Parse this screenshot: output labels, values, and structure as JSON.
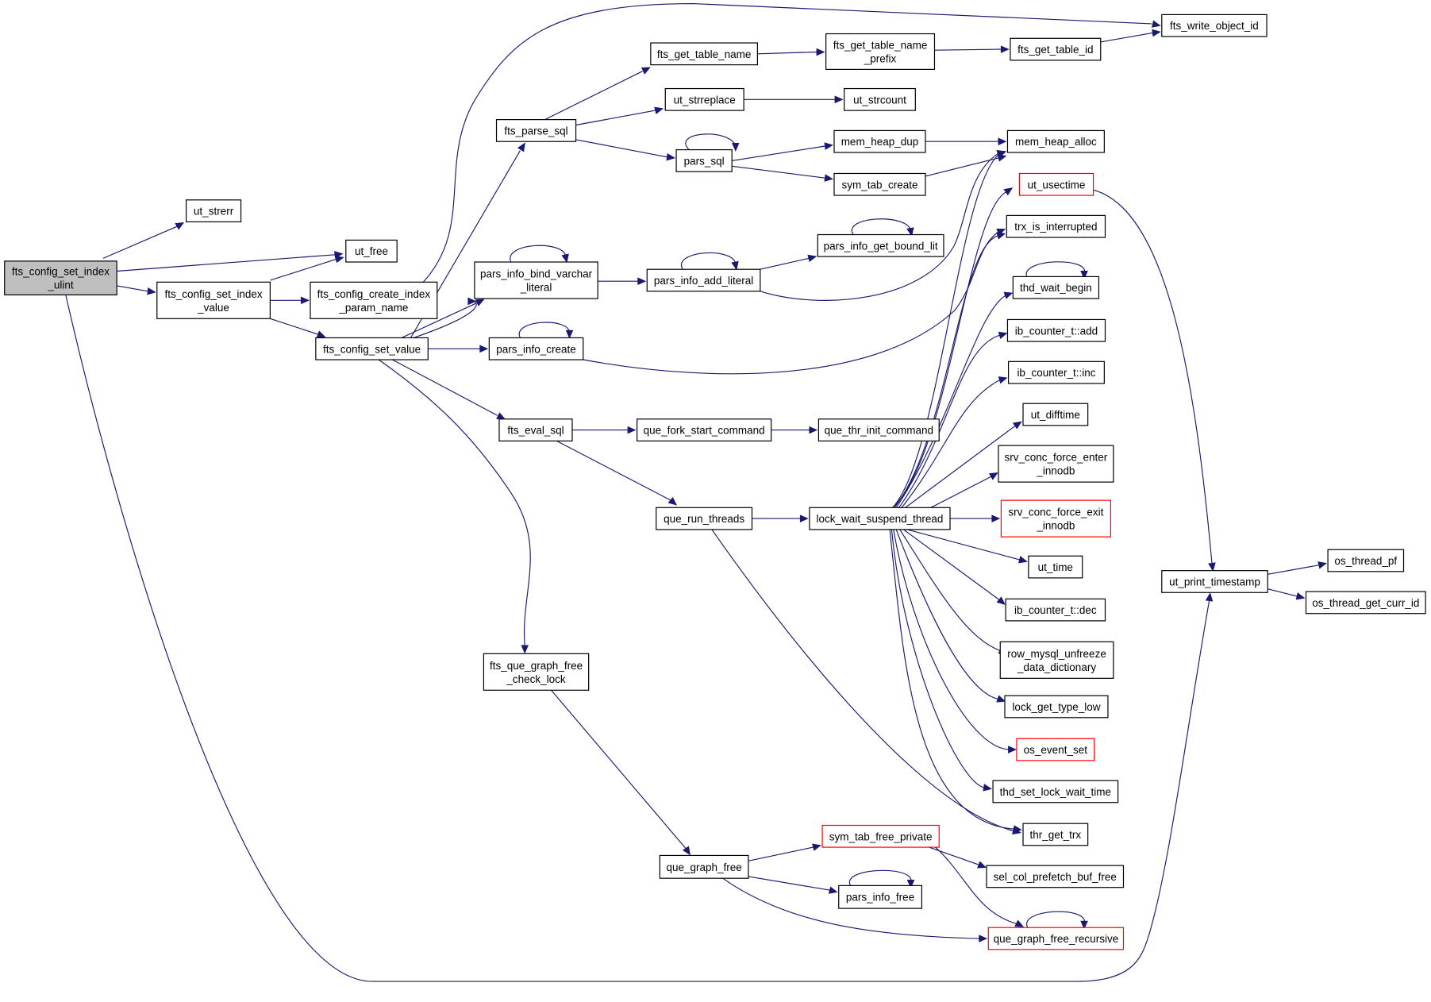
{
  "nodes": [
    {
      "id": "root",
      "lines": [
        "fts_config_set_index",
        "_ulint"
      ],
      "style": "root"
    },
    {
      "id": "ut_strerr",
      "lines": [
        "ut_strerr"
      ]
    },
    {
      "id": "ut_free",
      "lines": [
        "ut_free"
      ]
    },
    {
      "id": "fcsiv",
      "lines": [
        "fts_config_set_index",
        "_value"
      ]
    },
    {
      "id": "fccipn",
      "lines": [
        "fts_config_create_index",
        "_param_name"
      ]
    },
    {
      "id": "fcsv",
      "lines": [
        "fts_config_set_value"
      ]
    },
    {
      "id": "fts_parse_sql",
      "lines": [
        "fts_parse_sql"
      ]
    },
    {
      "id": "fgtn",
      "lines": [
        "fts_get_table_name"
      ]
    },
    {
      "id": "fgtnp",
      "lines": [
        "fts_get_table_name",
        "_prefix"
      ]
    },
    {
      "id": "fgti",
      "lines": [
        "fts_get_table_id"
      ]
    },
    {
      "id": "fwoi",
      "lines": [
        "fts_write_object_id"
      ]
    },
    {
      "id": "ut_strreplace",
      "lines": [
        "ut_strreplace"
      ]
    },
    {
      "id": "ut_strcount",
      "lines": [
        "ut_strcount"
      ]
    },
    {
      "id": "pars_sql",
      "lines": [
        "pars_sql"
      ]
    },
    {
      "id": "mem_heap_dup",
      "lines": [
        "mem_heap_dup"
      ]
    },
    {
      "id": "mem_heap_alloc",
      "lines": [
        "mem_heap_alloc"
      ]
    },
    {
      "id": "sym_tab_create",
      "lines": [
        "sym_tab_create"
      ]
    },
    {
      "id": "ut_usectime",
      "lines": [
        "ut_usectime"
      ],
      "style": "trunc"
    },
    {
      "id": "pibvl",
      "lines": [
        "pars_info_bind_varchar",
        "_literal"
      ]
    },
    {
      "id": "pial",
      "lines": [
        "pars_info_add_literal"
      ]
    },
    {
      "id": "pigbl",
      "lines": [
        "pars_info_get_bound_lit"
      ]
    },
    {
      "id": "trx_is_interrupted",
      "lines": [
        "trx_is_interrupted"
      ]
    },
    {
      "id": "thd_wait_begin",
      "lines": [
        "thd_wait_begin"
      ]
    },
    {
      "id": "pars_info_create",
      "lines": [
        "pars_info_create"
      ]
    },
    {
      "id": "ib_add",
      "lines": [
        "ib_counter_t::add"
      ]
    },
    {
      "id": "ib_inc",
      "lines": [
        "ib_counter_t::inc"
      ]
    },
    {
      "id": "fts_eval_sql",
      "lines": [
        "fts_eval_sql"
      ]
    },
    {
      "id": "qfsc",
      "lines": [
        "que_fork_start_command"
      ]
    },
    {
      "id": "qtic",
      "lines": [
        "que_thr_init_command"
      ]
    },
    {
      "id": "ut_difftime",
      "lines": [
        "ut_difftime"
      ]
    },
    {
      "id": "scfe",
      "lines": [
        "srv_conc_force_enter",
        "_innodb"
      ]
    },
    {
      "id": "que_run_threads",
      "lines": [
        "que_run_threads"
      ]
    },
    {
      "id": "lwst",
      "lines": [
        "lock_wait_suspend_thread"
      ]
    },
    {
      "id": "scfx",
      "lines": [
        "srv_conc_force_exit",
        "_innodb"
      ],
      "style": "trunc"
    },
    {
      "id": "ut_time",
      "lines": [
        "ut_time"
      ]
    },
    {
      "id": "ut_print_timestamp",
      "lines": [
        "ut_print_timestamp"
      ]
    },
    {
      "id": "os_thread_pf",
      "lines": [
        "os_thread_pf"
      ]
    },
    {
      "id": "os_thread_get_curr_id",
      "lines": [
        "os_thread_get_curr_id"
      ]
    },
    {
      "id": "ib_dec",
      "lines": [
        "ib_counter_t::dec"
      ]
    },
    {
      "id": "fqgfcl",
      "lines": [
        "fts_que_graph_free",
        "_check_lock"
      ]
    },
    {
      "id": "rmudd",
      "lines": [
        "row_mysql_unfreeze",
        "_data_dictionary"
      ]
    },
    {
      "id": "lgtl",
      "lines": [
        "lock_get_type_low"
      ]
    },
    {
      "id": "os_event_set",
      "lines": [
        "os_event_set"
      ],
      "style": "trunc"
    },
    {
      "id": "tslwt",
      "lines": [
        "thd_set_lock_wait_time"
      ]
    },
    {
      "id": "thr_get_trx",
      "lines": [
        "thr_get_trx"
      ]
    },
    {
      "id": "que_graph_free",
      "lines": [
        "que_graph_free"
      ]
    },
    {
      "id": "stfp",
      "lines": [
        "sym_tab_free_private"
      ],
      "style": "trunc"
    },
    {
      "id": "scpbf",
      "lines": [
        "sel_col_prefetch_buf_free"
      ]
    },
    {
      "id": "pars_info_free",
      "lines": [
        "pars_info_free"
      ]
    },
    {
      "id": "qgfr",
      "lines": [
        "que_graph_free_recursive"
      ],
      "style": "trunc"
    }
  ]
}
